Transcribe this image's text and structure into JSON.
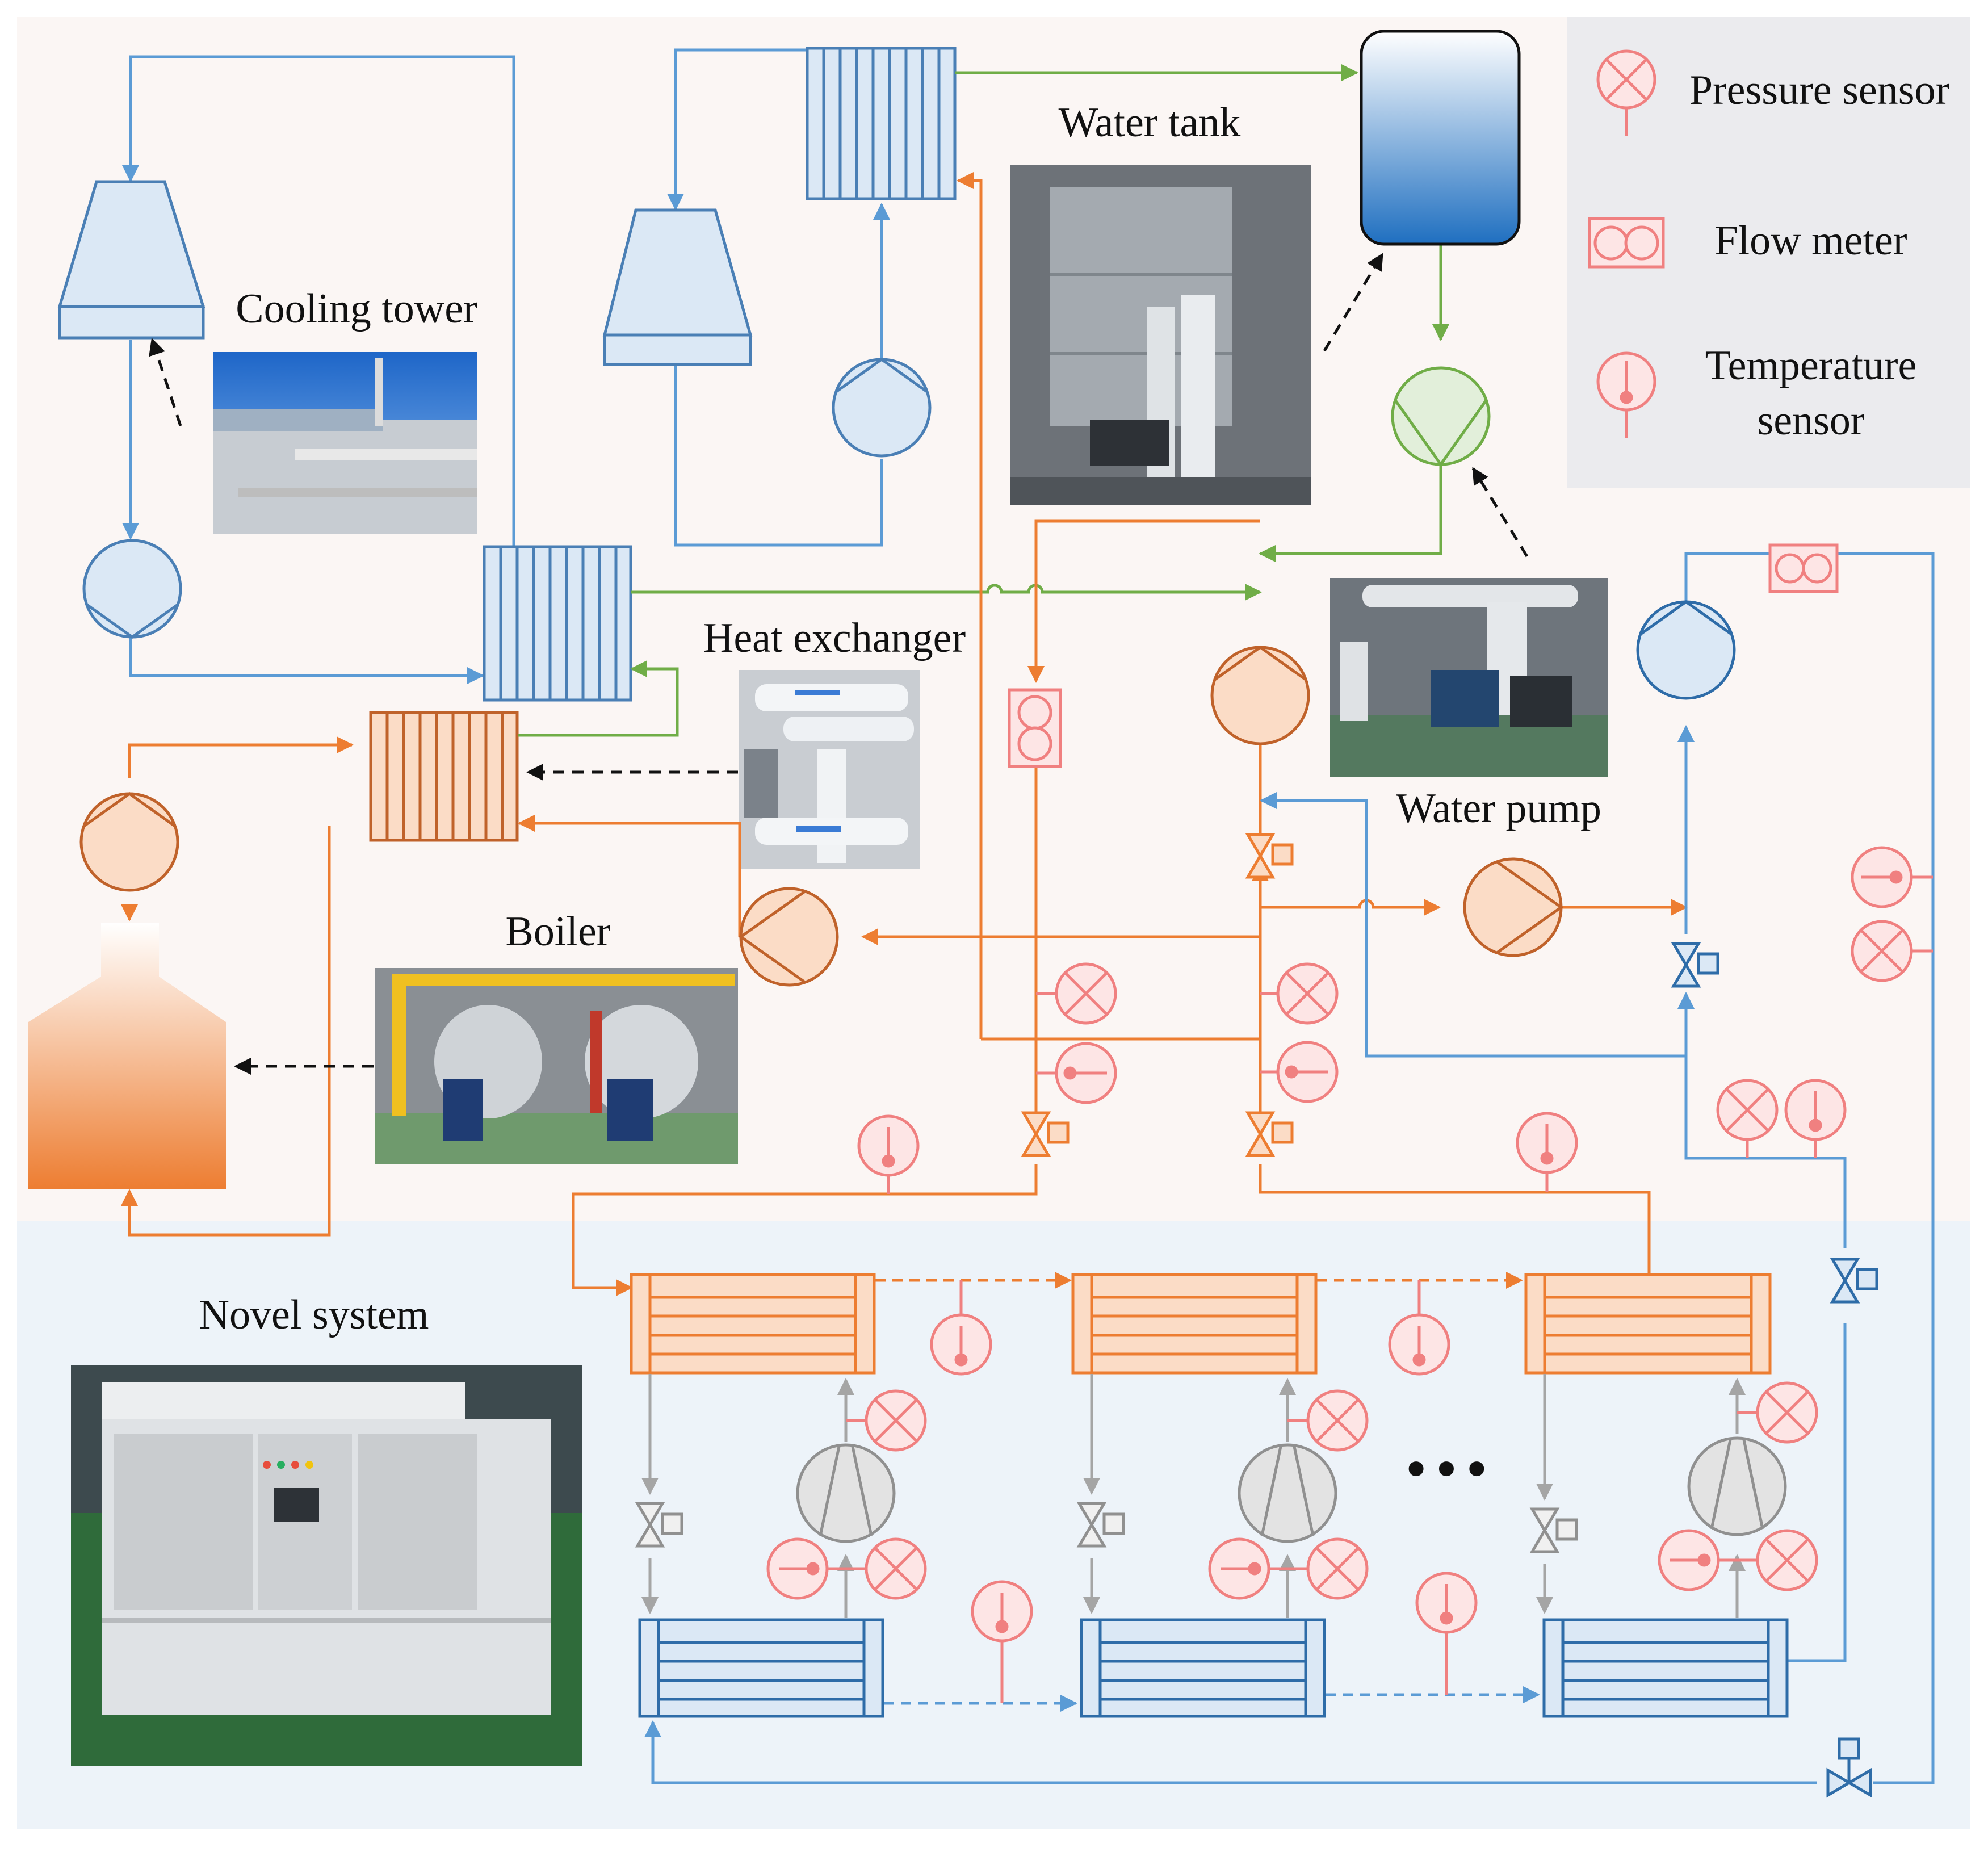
{
  "labels": {
    "cooling_tower": "Cooling tower",
    "water_tank": "Water tank",
    "heat_exchanger": "Heat exchanger",
    "water_pump": "Water pump",
    "boiler": "Boiler",
    "novel_system": "Novel system",
    "ellipsis": "···"
  },
  "legend": {
    "pressure_sensor": "Pressure sensor",
    "flow_meter": "Flow meter",
    "temperature_sensor_line1": "Temperature",
    "temperature_sensor_line2": "sensor"
  },
  "colors": {
    "top_background": "#fbf6f4",
    "bottom_background": "#edf3f9",
    "legend_panel": "#ebebee",
    "cooling_loop": "#5b9bd5",
    "heating_loop": "#ed7d31",
    "tank_loop": "#70ad47",
    "refrigerant": "#a5a5a5",
    "sensor": "#f08080",
    "unit_blue_fill": "#dbe8f5",
    "unit_orange_fill": "#fbdcc6"
  }
}
